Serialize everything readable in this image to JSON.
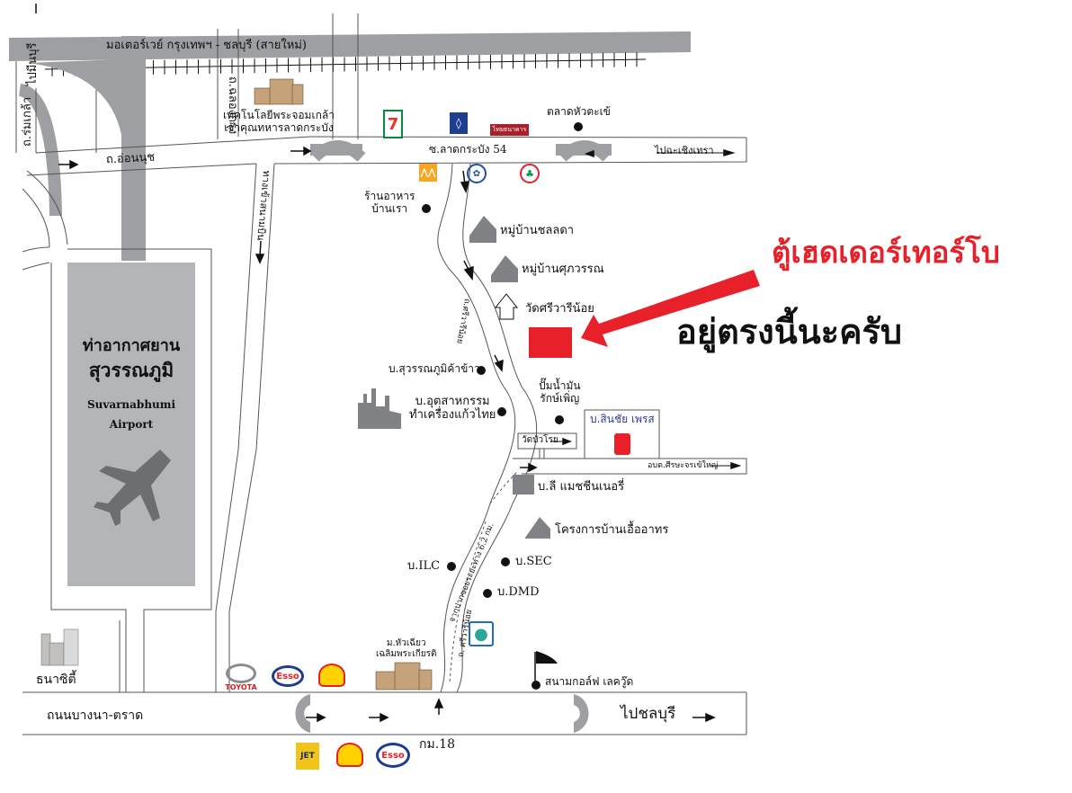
{
  "roads": {
    "motorway": "มอเตอร์เวย์ กรุงเทพฯ - ชลบุรี (สายใหม่)",
    "to_min_buri": "ไปมีนบุรี",
    "rom_klao": "ถ.ร่มเกล้า",
    "chalong_krung": "ถ.ฉลองกรุง",
    "on_nut": "ถ.อ่อนนุช",
    "soi_lat_krabang": "ซ.ลาดกระบัง 54",
    "to_chachoengsao": "ไปฉะเชิงเทรา",
    "airport_access": "ทางเข้าสนามบิน",
    "si_wari_noi": "ถ.ศรีวารีน้อย",
    "si_wari_noi_2": "ถ. ศรีวารีน้อย",
    "distance_note": "จากปากซอยระยะทาง 6.2 กม.",
    "bang_na_trat": "ถนนบางนา-ตราด",
    "to_chonburi": "ไปชลบุรี",
    "km18": "กม.18",
    "wat_bua_roi": "วัดบัวโรย",
    "sisa_jorakhe": "อบต.ศีรษะจรเข้ใหญ่"
  },
  "places": {
    "kmitl": [
      "เทคโนโลยีพระจอมเกล้า",
      "เจ้าคุณทหารลาดกระบัง"
    ],
    "hua_takhe_market": "ตลาดหัวตะเข้",
    "restaurant": [
      "ร้านอาหาร",
      "บ้านเรา"
    ],
    "village_chonlada": "หมู่บ้านชลลดา",
    "village_supawan": "หมู่บ้านศุภวรรณ",
    "wat_si_wari_noi": "วัดศรีวารีน้อย",
    "rice_company": "บ.สุวรรณภูมิค้าข้าว",
    "glass_factory": [
      "บ.อุตสาหกรรม",
      "ทำเครื่องแก้วไทย"
    ],
    "gas_station": [
      "ปั๊มน้ำมัน",
      "รักษ์เพิ่ญ"
    ],
    "sinchai_press": "บ.สินชัย เพรส",
    "lee_machinery": "บ.ลี แมชชีนเนอรี่",
    "eua_athorn": "โครงการบ้านเอื้ออาทร",
    "ilc": "บ.ILC",
    "sec": "บ.SEC",
    "dmd": "บ.DMD",
    "huachiew": [
      "ม.หัวเฉียว",
      "เฉลิมพระเกียรติ"
    ],
    "golf": "สนามกอล์ฟ เลควู๊ด",
    "thana_city": "ธนาซิตี้",
    "airport_th": [
      "ท่าอากาศยาน",
      "สุวรรณภูมิ"
    ],
    "airport_en": [
      "Suvarnabhumi",
      "Airport"
    ]
  },
  "callout": {
    "line1": "ตู้เฮดเดอร์เทอร์โบ",
    "line2": "อยู่ตรงนี้นะครับ",
    "color": "#e8202a"
  },
  "logos": {
    "seven_eleven": "7",
    "thai_bank": "ไทยธนาคาร",
    "toyota": "TOYOTA",
    "esso": "Esso",
    "jet": "JET"
  }
}
